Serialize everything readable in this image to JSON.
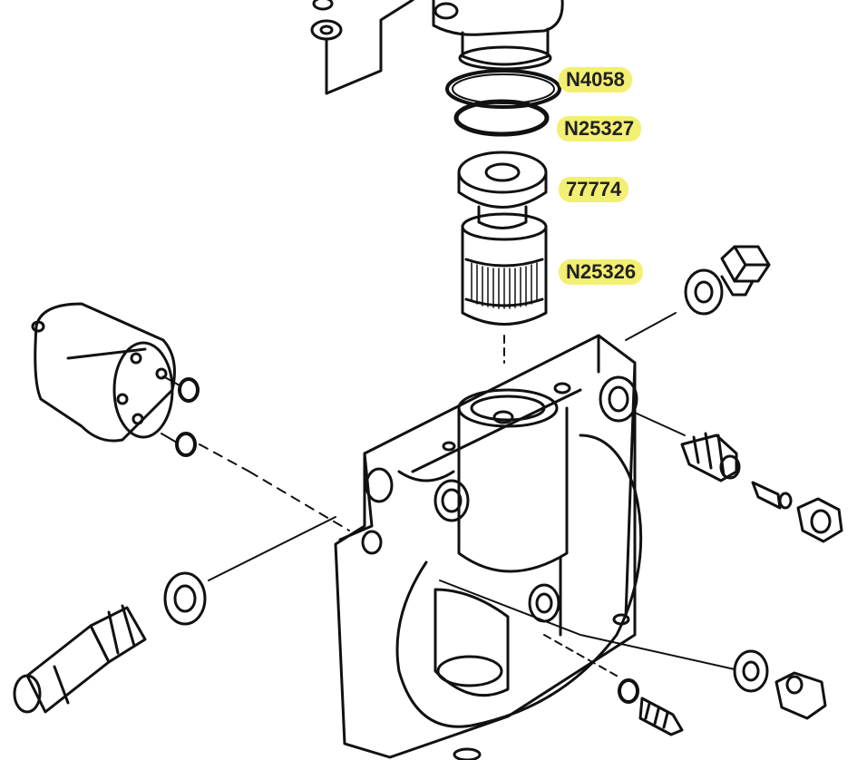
{
  "callouts": [
    {
      "label": "N4058"
    },
    {
      "label": "N25327"
    },
    {
      "label": "77774"
    },
    {
      "label": "N25326"
    }
  ],
  "colors": {
    "line": "#111111",
    "callout_bg": "#f3ef72",
    "background": "#ffffff"
  }
}
